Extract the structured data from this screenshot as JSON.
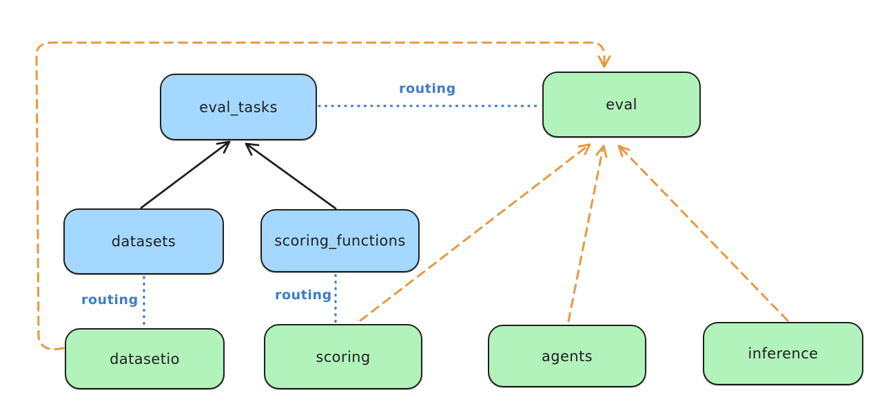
{
  "diagram": {
    "nodes": {
      "eval_tasks": {
        "label": "eval_tasks",
        "fill": "blue"
      },
      "eval": {
        "label": "eval",
        "fill": "green"
      },
      "datasets": {
        "label": "datasets",
        "fill": "blue"
      },
      "scoring_functions": {
        "label": "scoring_functions",
        "fill": "blue"
      },
      "datasetio": {
        "label": "datasetio",
        "fill": "green"
      },
      "scoring": {
        "label": "scoring",
        "fill": "green"
      },
      "agents": {
        "label": "agents",
        "fill": "green"
      },
      "inference": {
        "label": "inference",
        "fill": "green"
      }
    },
    "edge_labels": {
      "eval_tasks_to_eval": "routing",
      "datasets_to_datasetio": "routing",
      "scoring_functions_to_scoring": "routing"
    },
    "edges": [
      {
        "from": "datasets",
        "to": "eval_tasks",
        "style": "solid-black-arrow"
      },
      {
        "from": "scoring_functions",
        "to": "eval_tasks",
        "style": "solid-black-arrow"
      },
      {
        "from": "eval_tasks",
        "to": "eval",
        "style": "dotted-blue",
        "label": "routing"
      },
      {
        "from": "datasets",
        "to": "datasetio",
        "style": "dotted-blue",
        "label": "routing"
      },
      {
        "from": "scoring_functions",
        "to": "scoring",
        "style": "dotted-blue",
        "label": "routing"
      },
      {
        "from": "datasetio",
        "to": "eval",
        "style": "dashed-orange-arrow"
      },
      {
        "from": "scoring",
        "to": "eval",
        "style": "dashed-orange-arrow"
      },
      {
        "from": "agents",
        "to": "eval",
        "style": "dashed-orange-arrow"
      },
      {
        "from": "inference",
        "to": "eval",
        "style": "dashed-orange-arrow"
      }
    ],
    "colors": {
      "node_blue_fill": "#a5d8ff",
      "node_green_fill": "#b2f2bb",
      "stroke": "#1e1e1e",
      "orange_edge": "#e8973d",
      "blue_edge": "#3d7bc7",
      "canvas_bg": "#ffffff"
    }
  }
}
